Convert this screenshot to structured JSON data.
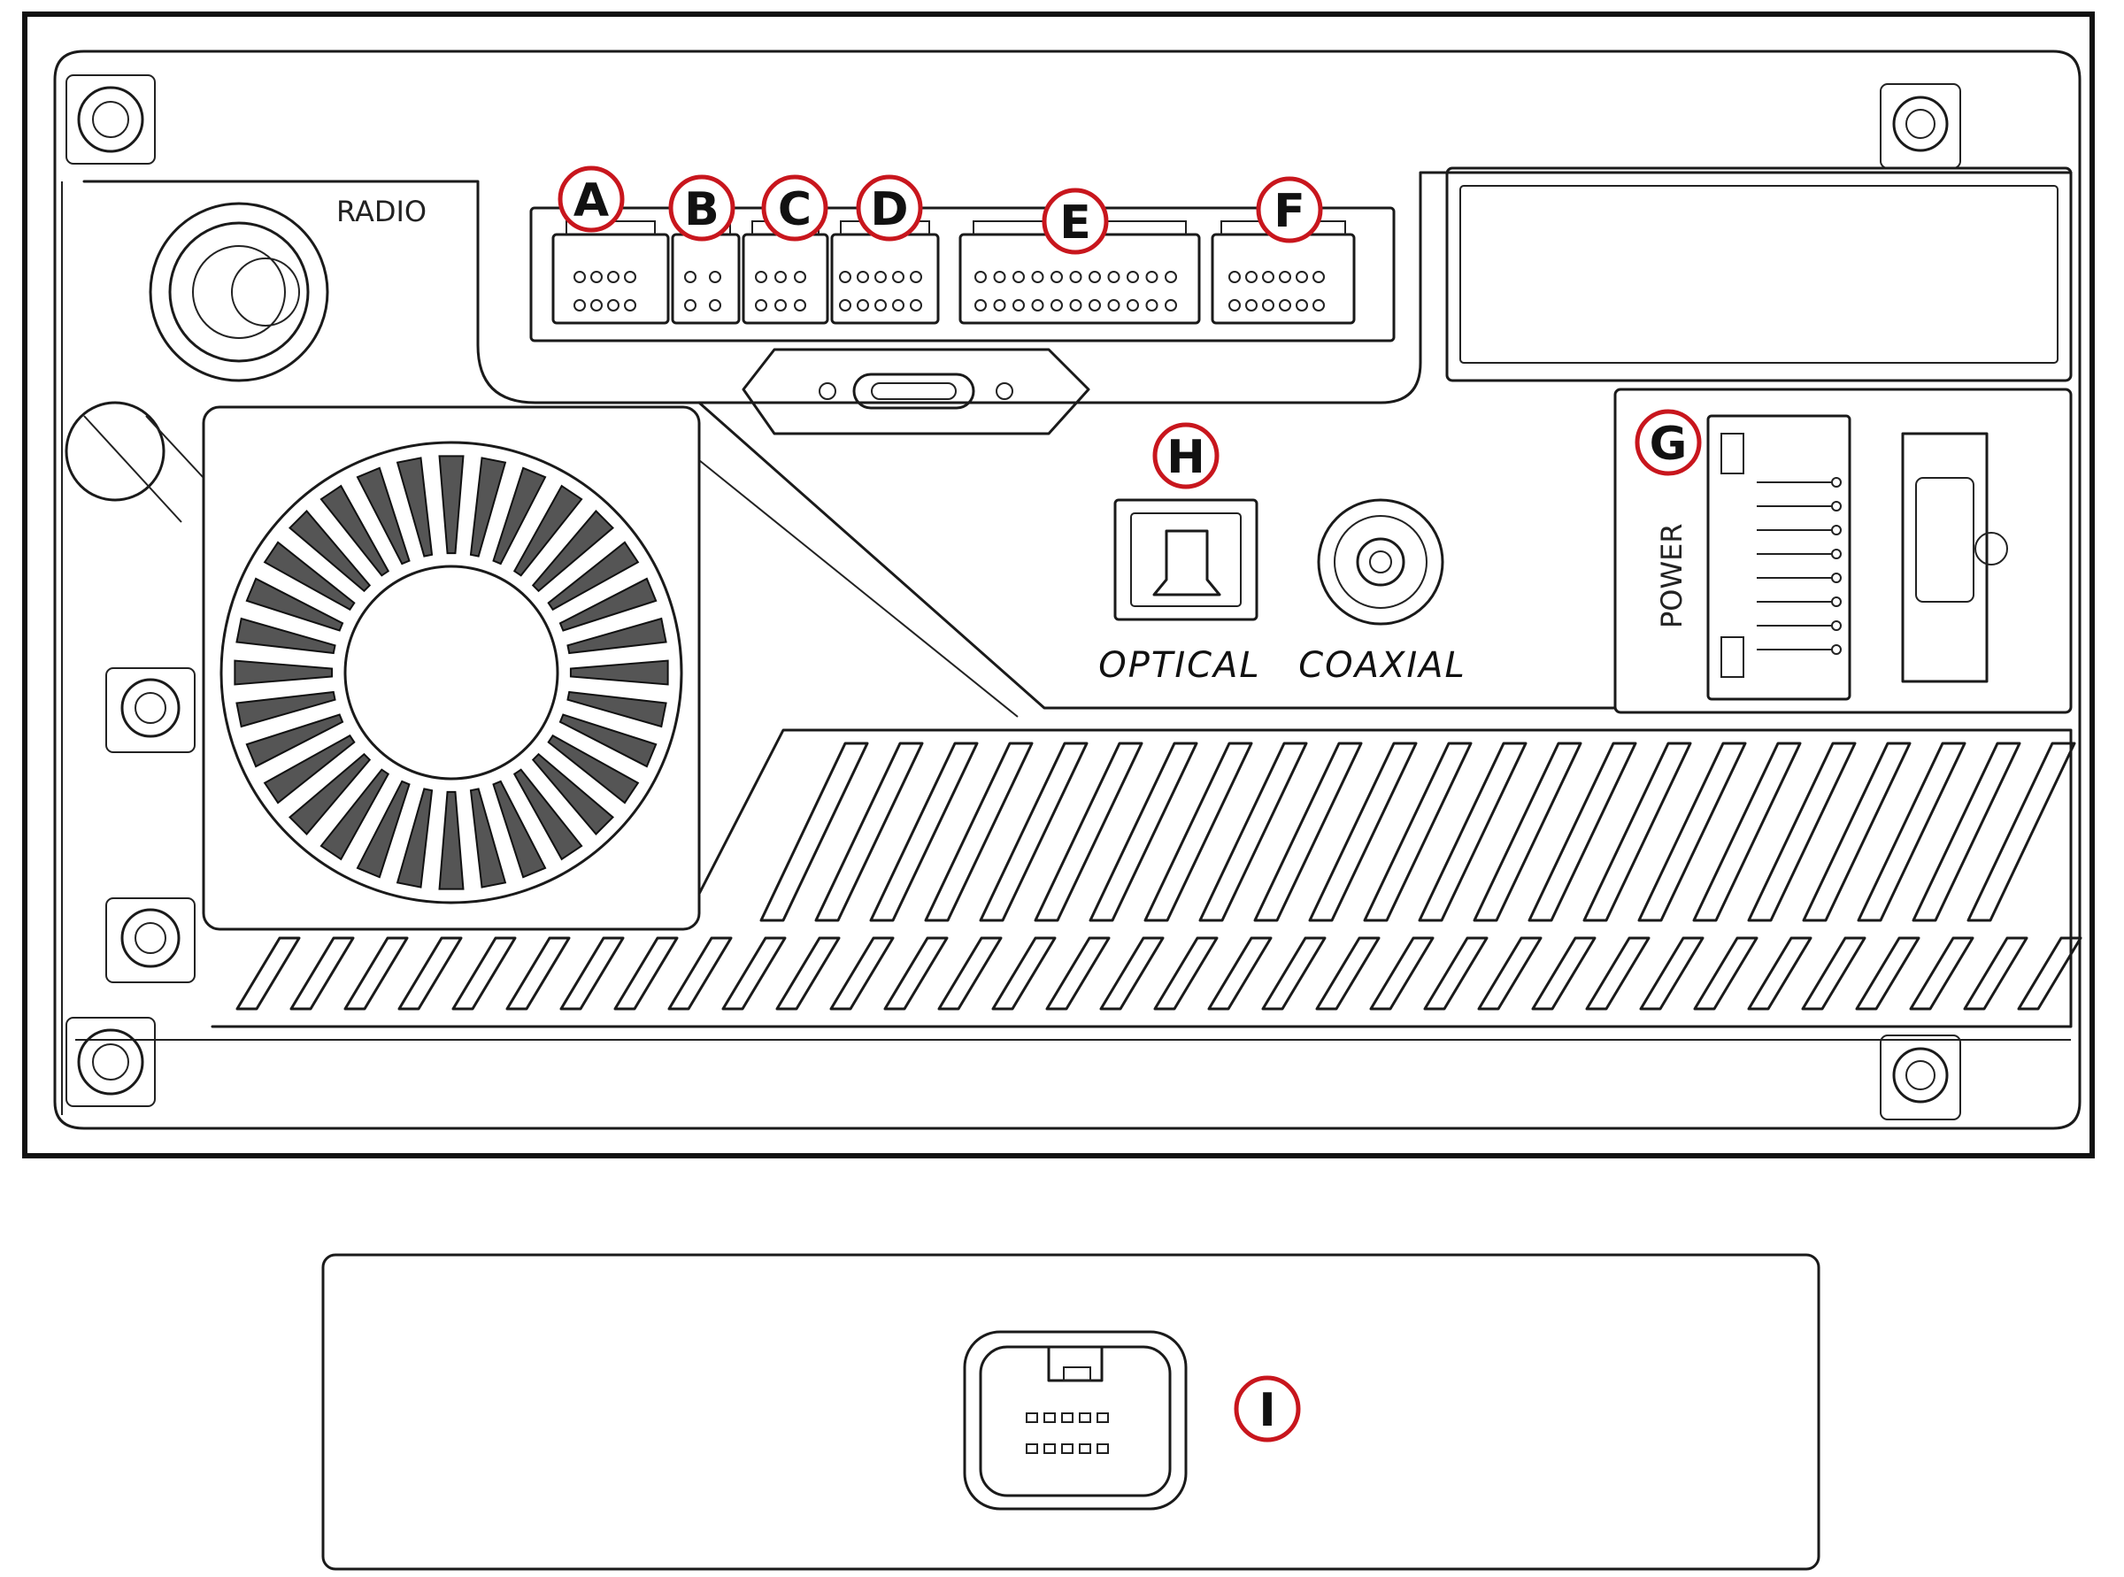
{
  "panel_labels": {
    "radio": "RADIO",
    "power": "POWER",
    "optical": "OPTICAL",
    "coaxial": "COAXIAL"
  },
  "callouts": {
    "a": "A",
    "b": "B",
    "c": "C",
    "d": "D",
    "e": "E",
    "f": "F",
    "g": "G",
    "h": "H",
    "i": "I"
  },
  "colors": {
    "ink": "#1a1a1a",
    "callout_ring": "#c8161d",
    "fan_blade": "#555555",
    "background": "#ffffff"
  }
}
